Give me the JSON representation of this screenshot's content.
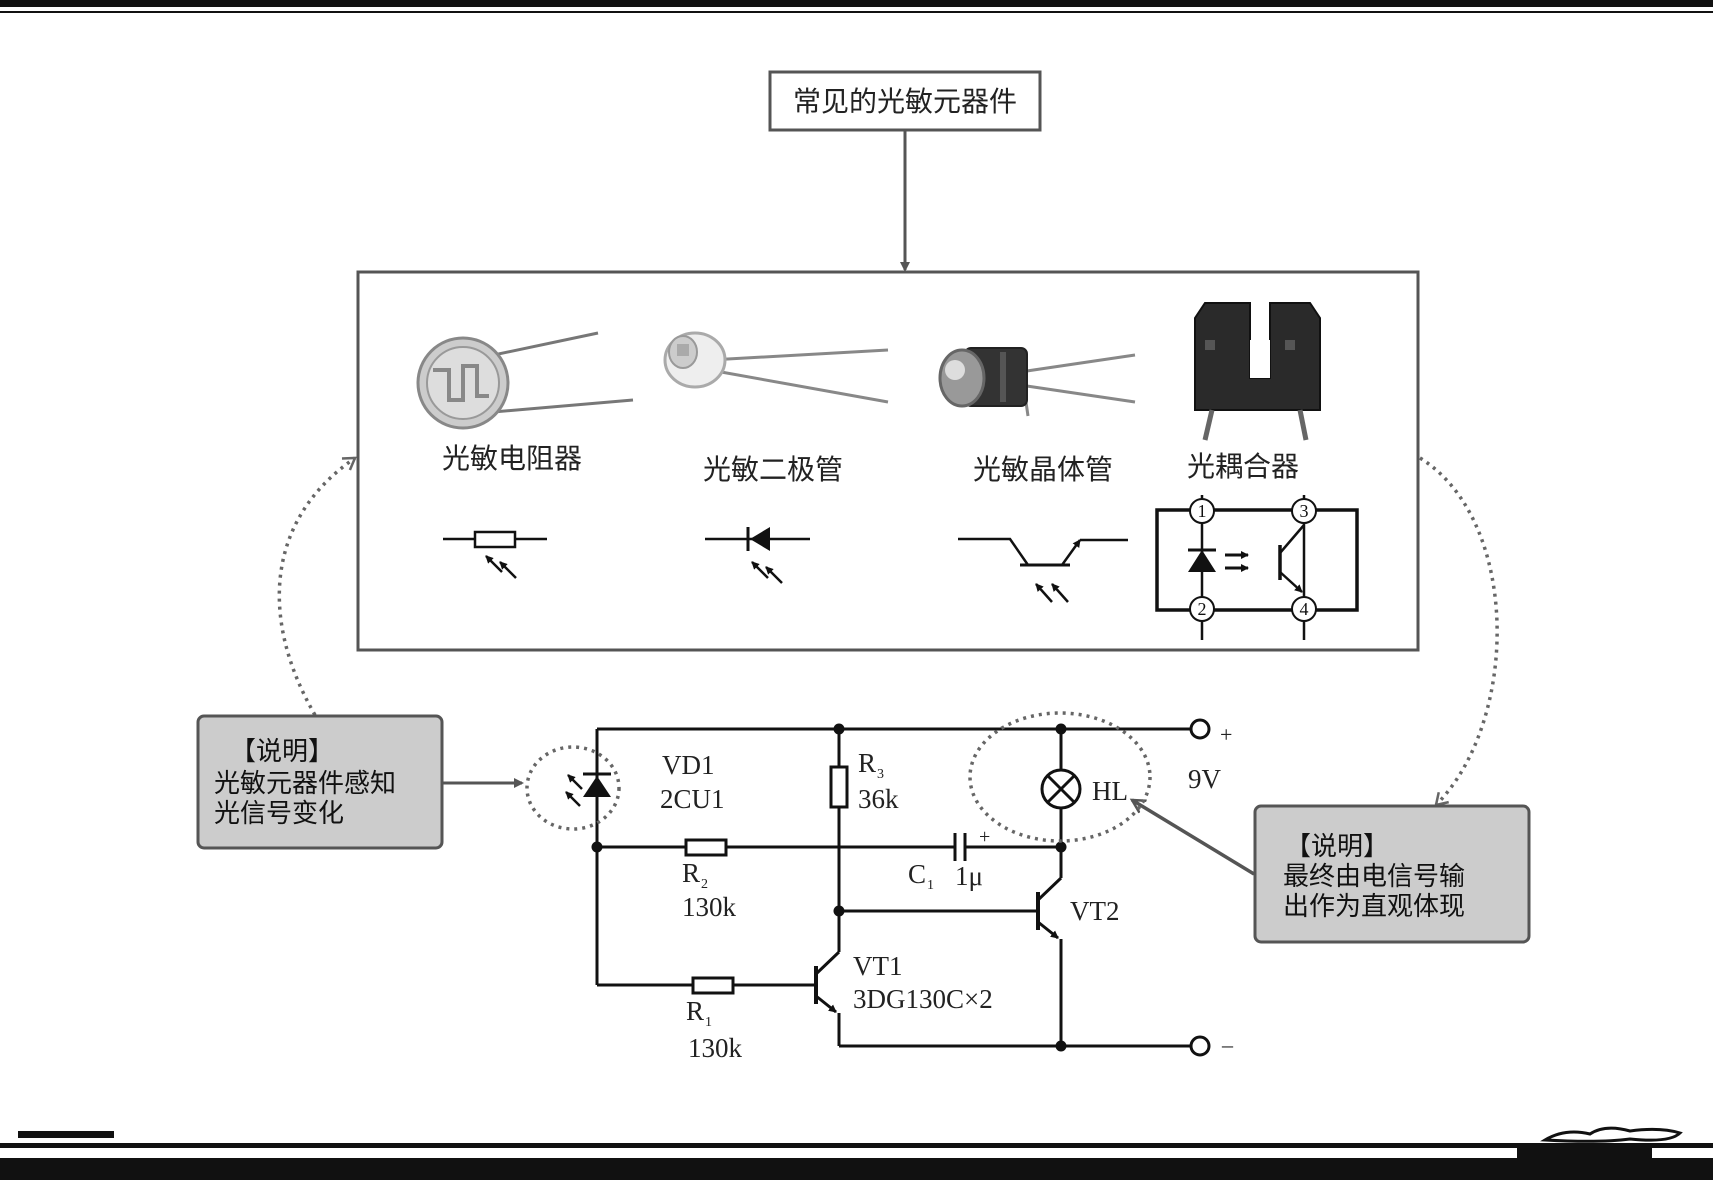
{
  "top_box": {
    "label": "常见的光敏元器件"
  },
  "components": [
    {
      "name": "光敏电阻器"
    },
    {
      "name": "光敏二极管"
    },
    {
      "name": "光敏晶体管"
    },
    {
      "name": "光耦合器"
    }
  ],
  "optocoupler_pins": [
    "1",
    "2",
    "3",
    "4"
  ],
  "note_left": {
    "title": "【说明】",
    "line1": "光敏元器件感知",
    "line2": "光信号变化"
  },
  "note_right": {
    "title": "【说明】",
    "line1": "最终由电信号输",
    "line2": "出作为直观体现"
  },
  "circuit": {
    "vd1_name": "VD1",
    "vd1_part": "2CU1",
    "r3_name": "R",
    "r3_sub": "3",
    "r3_value": "36k",
    "r2_name": "R",
    "r2_sub": "2",
    "r2_value": "130k",
    "r1_name": "R",
    "r1_sub": "1",
    "r1_value": "130k",
    "c1_name": "C",
    "c1_sub": "1",
    "c1_value": "1μ",
    "c1_plus": "+",
    "hl_name": "HL",
    "vt2_name": "VT2",
    "vt1_name": "VT1",
    "vt1_part": "3DG130C×2",
    "supply_plus": "+",
    "supply_voltage": "9V",
    "supply_minus": "–"
  }
}
